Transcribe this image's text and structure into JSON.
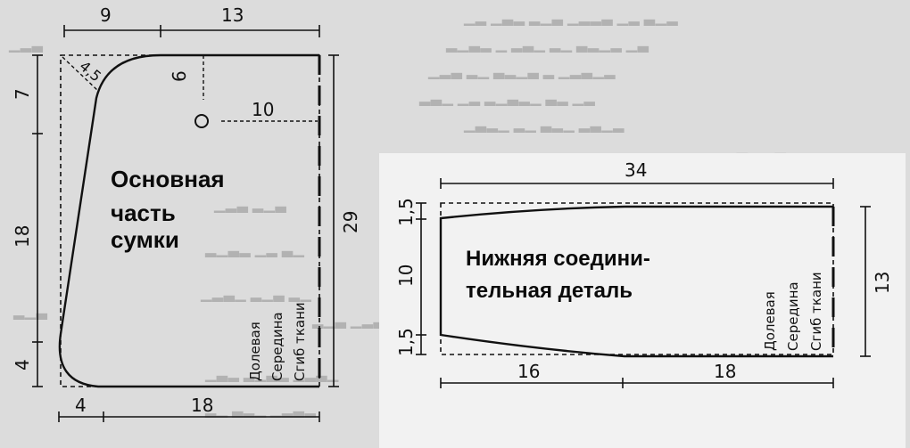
{
  "main_piece": {
    "title_lines": [
      "Основная",
      "часть",
      "сумки"
    ],
    "dims": {
      "top_left": "9",
      "top_right": "13",
      "corner": "4,5",
      "inner_vertical": "6",
      "inner_horizontal": "10",
      "left_upper": "7",
      "left_middle": "18",
      "left_lower": "4",
      "right_height": "29",
      "bottom_left": "4",
      "bottom_right": "18"
    },
    "notes": [
      "Долевая",
      "Середина",
      "Сгиб ткани"
    ]
  },
  "bottom_piece": {
    "title_lines": [
      "Нижняя соедини-",
      "тельная деталь"
    ],
    "dims": {
      "top_width": "34",
      "left_top": "1,5",
      "left_middle": "10",
      "left_bottom": "1,5",
      "right_height": "13",
      "bottom_left": "16",
      "bottom_right": "18"
    },
    "notes": [
      "Долевая",
      "Середина",
      "Сгиб ткани"
    ]
  }
}
